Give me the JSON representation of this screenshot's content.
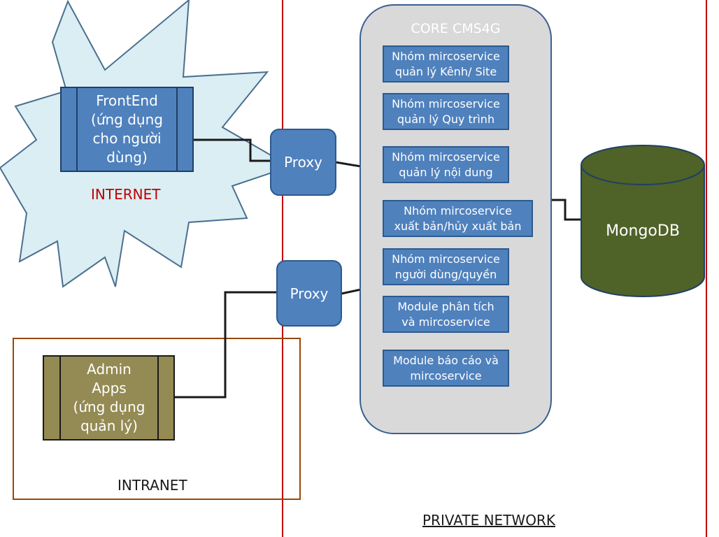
{
  "zones": {
    "internet": "INTERNET",
    "intranet": "INTRANET",
    "private_network": "PRIVATE NETWORK"
  },
  "nodes": {
    "frontend": "FrontEnd\n(ứng dụng\ncho người\ndùng)",
    "admin": "Admin\nApps\n(ứng dụng\nquản lý)",
    "proxy_top": "Proxy",
    "proxy_bottom": "Proxy",
    "core_title": "CORE CMS4G",
    "mongodb": "MongoDB"
  },
  "services": [
    "Nhóm mircoservice\nquản lý Kênh/ Site",
    "Nhóm mircoservice\nquản lý Quy trình",
    "Nhóm mircoservice\nquản lý nội dung",
    "Nhóm mircoservice\nxuất bản/hủy xuất bản",
    "Nhóm mircoservice\nngười dùng/quyền",
    "Module phân tích\nvà mircoservice",
    "Module báo cáo và\nmircoservice"
  ],
  "colors": {
    "internet_cloud": "#daeef3",
    "blue_box": "#4f81bd",
    "blue_border": "#385d8a",
    "admin_box": "#948a54",
    "mongodb": "#4f6228",
    "core_bg": "#d9d9d9",
    "private_border": "#c00000",
    "intranet_border": "#984806",
    "internet_label": "#c00000"
  }
}
